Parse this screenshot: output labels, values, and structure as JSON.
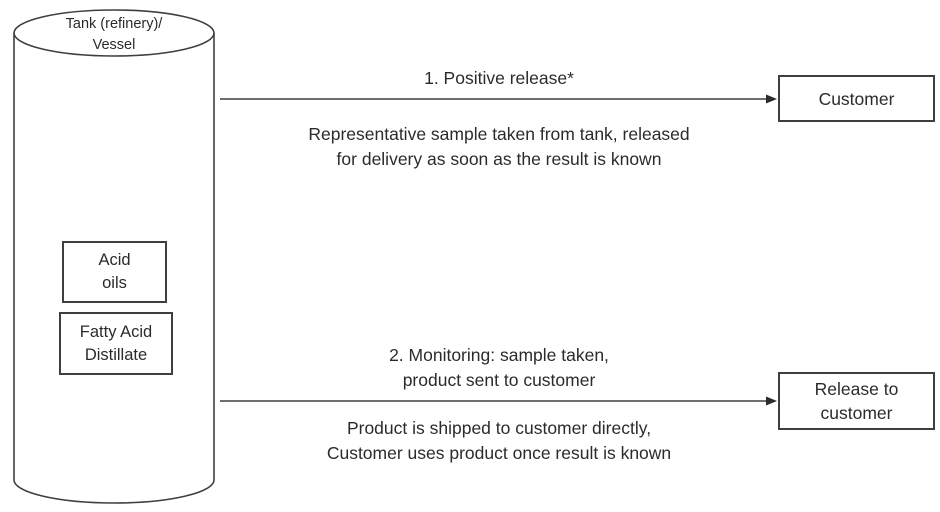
{
  "tank": {
    "title": [
      "Tank (refinery)/",
      "Vessel"
    ],
    "contents": [
      {
        "lines": [
          "Acid",
          "oils"
        ]
      },
      {
        "lines": [
          "Fatty Acid",
          "Distillate"
        ]
      }
    ]
  },
  "flow1": {
    "arrow_label": "1. Positive release*",
    "description": [
      "Representative sample taken from tank, released",
      "for delivery as soon as the result is known"
    ],
    "target": [
      "Customer"
    ]
  },
  "flow2": {
    "arrow_label": [
      "2. Monitoring: sample taken,",
      "product sent to customer"
    ],
    "description": [
      "Product is shipped to customer directly,",
      "Customer uses product once result is known"
    ],
    "target": [
      "Release to",
      "customer"
    ]
  },
  "colors": {
    "stroke": "#3f3f3f",
    "text": "#2b2b2b",
    "background": "#ffffff"
  }
}
